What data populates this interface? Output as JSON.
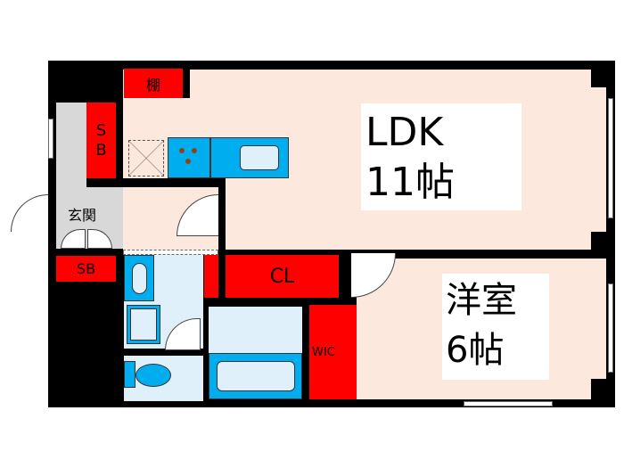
{
  "rooms": {
    "ldk": {
      "name": "LDK",
      "size": "11帖"
    },
    "western": {
      "name": "洋室",
      "size": "6帖"
    },
    "entrance": {
      "name": "玄関"
    },
    "shelf": {
      "name": "棚"
    },
    "shoebox_upper": {
      "name_line1": "S",
      "name_line2": "B"
    },
    "shoebox_lower": {
      "name": "SB"
    },
    "closet": {
      "name": "CL"
    },
    "walk_in_closet": {
      "name": "WIC"
    }
  },
  "colors": {
    "wall": "#000000",
    "room": "#fce8dc",
    "storage": "#ff0000",
    "fixture": "#00aeef",
    "wet_area": "#dff0fb",
    "entrance": "#d8d8d8"
  }
}
